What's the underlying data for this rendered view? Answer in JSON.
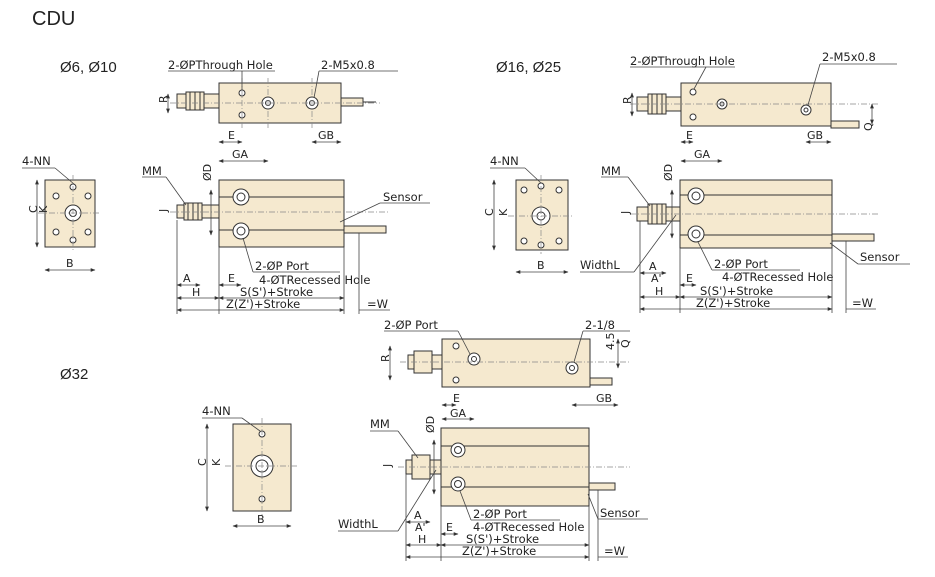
{
  "page": {
    "title": "CDU"
  },
  "sections": {
    "s1": {
      "label": "Ø6, Ø10"
    },
    "s2": {
      "label": "Ø16, Ø25"
    },
    "s3": {
      "label": "Ø32"
    }
  },
  "labels": {
    "through_hole": "2-ØPThrough Hole",
    "m5": "2-M5x0.8",
    "nn": "4-NN",
    "mm": "MM",
    "sensor": "Sensor",
    "p_port": "2-ØP Port",
    "recessed": "4-ØTRecessed Hole",
    "stroke_s": "S(S')+Stroke",
    "stroke_z": "Z(Z')+Stroke",
    "w": "=W",
    "width_l": "WidthL",
    "one_eighth": "2-1/8",
    "dim_45": "4.5",
    "R": "R",
    "E": "E",
    "GA": "GA",
    "GB": "GB",
    "Q": "Q",
    "C": "C",
    "K": "K",
    "B": "B",
    "J": "J",
    "D": "ØD",
    "A": "A",
    "A2": "A'",
    "H": "H"
  },
  "colors": {
    "body_fill": "#f5e9cf",
    "line": "#333333"
  }
}
